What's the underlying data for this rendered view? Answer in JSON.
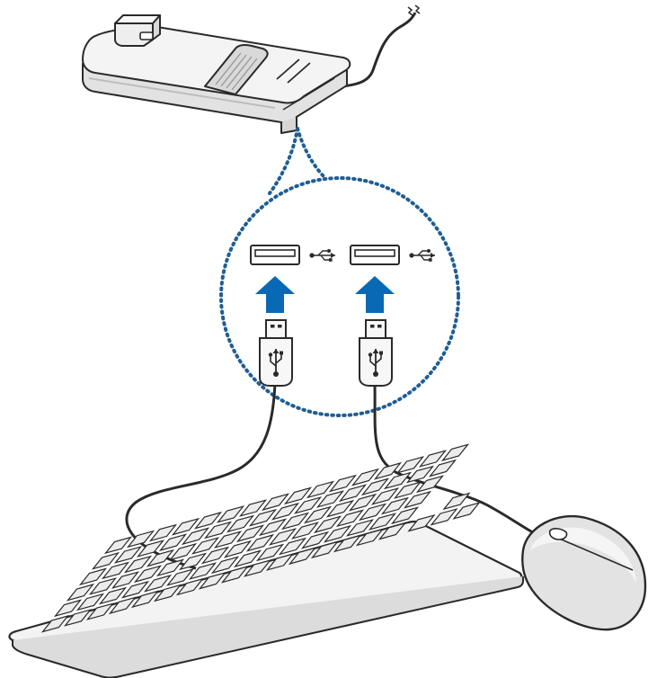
{
  "illustration": {
    "components": {
      "dock": "dock-station",
      "zoom_callout": "usb-ports-callout",
      "usb_ports": [
        "usb-port-left",
        "usb-port-right"
      ],
      "usb_plugs": [
        "usb-plug-left",
        "usb-plug-right"
      ],
      "devices": [
        "keyboard",
        "mouse"
      ]
    },
    "icons": [
      "usb-symbol-icon",
      "up-arrow-icon",
      "usb-trident-icon"
    ],
    "colors": {
      "outline": "#2a2a2a",
      "dock_fill": "#f4f4f4",
      "dock_shade": "#dedede",
      "callout_dots": "#1f5e93",
      "arrow_blue": "#0a69b4",
      "key_fill": "#ececec",
      "plug_fill": "#f7f7f7"
    }
  }
}
